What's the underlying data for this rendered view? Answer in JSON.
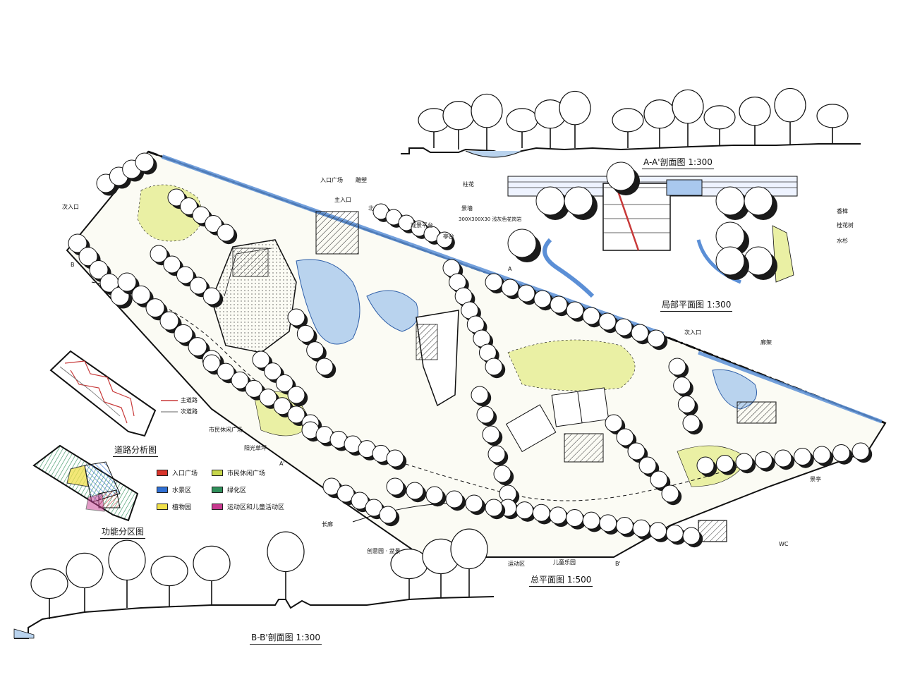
{
  "titles": {
    "master_plan": "总平面图 1:500",
    "section_aa": "A-A'剖面图 1:300",
    "section_bb": "B-B'剖面图 1:300",
    "partial_plan": "局部平面图 1:300",
    "road_analysis": "道路分析图",
    "function_zoning": "功能分区图"
  },
  "road_legend": {
    "main": "主道路",
    "secondary": "次道路"
  },
  "zone_legend": [
    {
      "label": "入口广场",
      "color": "#d9342b"
    },
    {
      "label": "市民休闲广场",
      "color": "#c6d64a"
    },
    {
      "label": "水景区",
      "color": "#2f6fd3"
    },
    {
      "label": "绿化区",
      "color": "#2f8f5a"
    },
    {
      "label": "植物园",
      "color": "#f0e04a"
    },
    {
      "label": "运动区和儿童活动区",
      "color": "#c7398f"
    }
  ],
  "plan_labels": {
    "main_entrance": "主入口",
    "entrance_plaza": "入口广场",
    "secondary_entrance_left": "次入口",
    "secondary_entrance_right": "次入口",
    "civic_plaza": "市民休闲广场",
    "sunken_plaza": "阳光草坪",
    "promenade": "长廊",
    "sculpture": "雕塑",
    "viewing_platform": "观景平台",
    "pavilion_top": "亭台",
    "gallery": "廊架",
    "scenic_pavilion": "景亭",
    "wc": "WC",
    "sports_area": "运动区",
    "children_area": "儿童乐园",
    "creative_area": "创意园 · 盆景",
    "north_arrow": "北",
    "marker_a": "A",
    "marker_a_prime": "A'",
    "marker_b": "B",
    "marker_b_prime": "B'"
  },
  "partial_labels": {
    "pillar_flower": "柱花",
    "wall": "景墙",
    "paving": "300X300X30 浅灰色花岗岩",
    "camphor": "香樟",
    "osmanthus": "桂花树",
    "metasequoia": "水杉"
  },
  "colors": {
    "water": "#5b8fd6",
    "lawn": "#eaf0a4",
    "ink": "#111111",
    "hatch_red": "#c83a3a"
  }
}
